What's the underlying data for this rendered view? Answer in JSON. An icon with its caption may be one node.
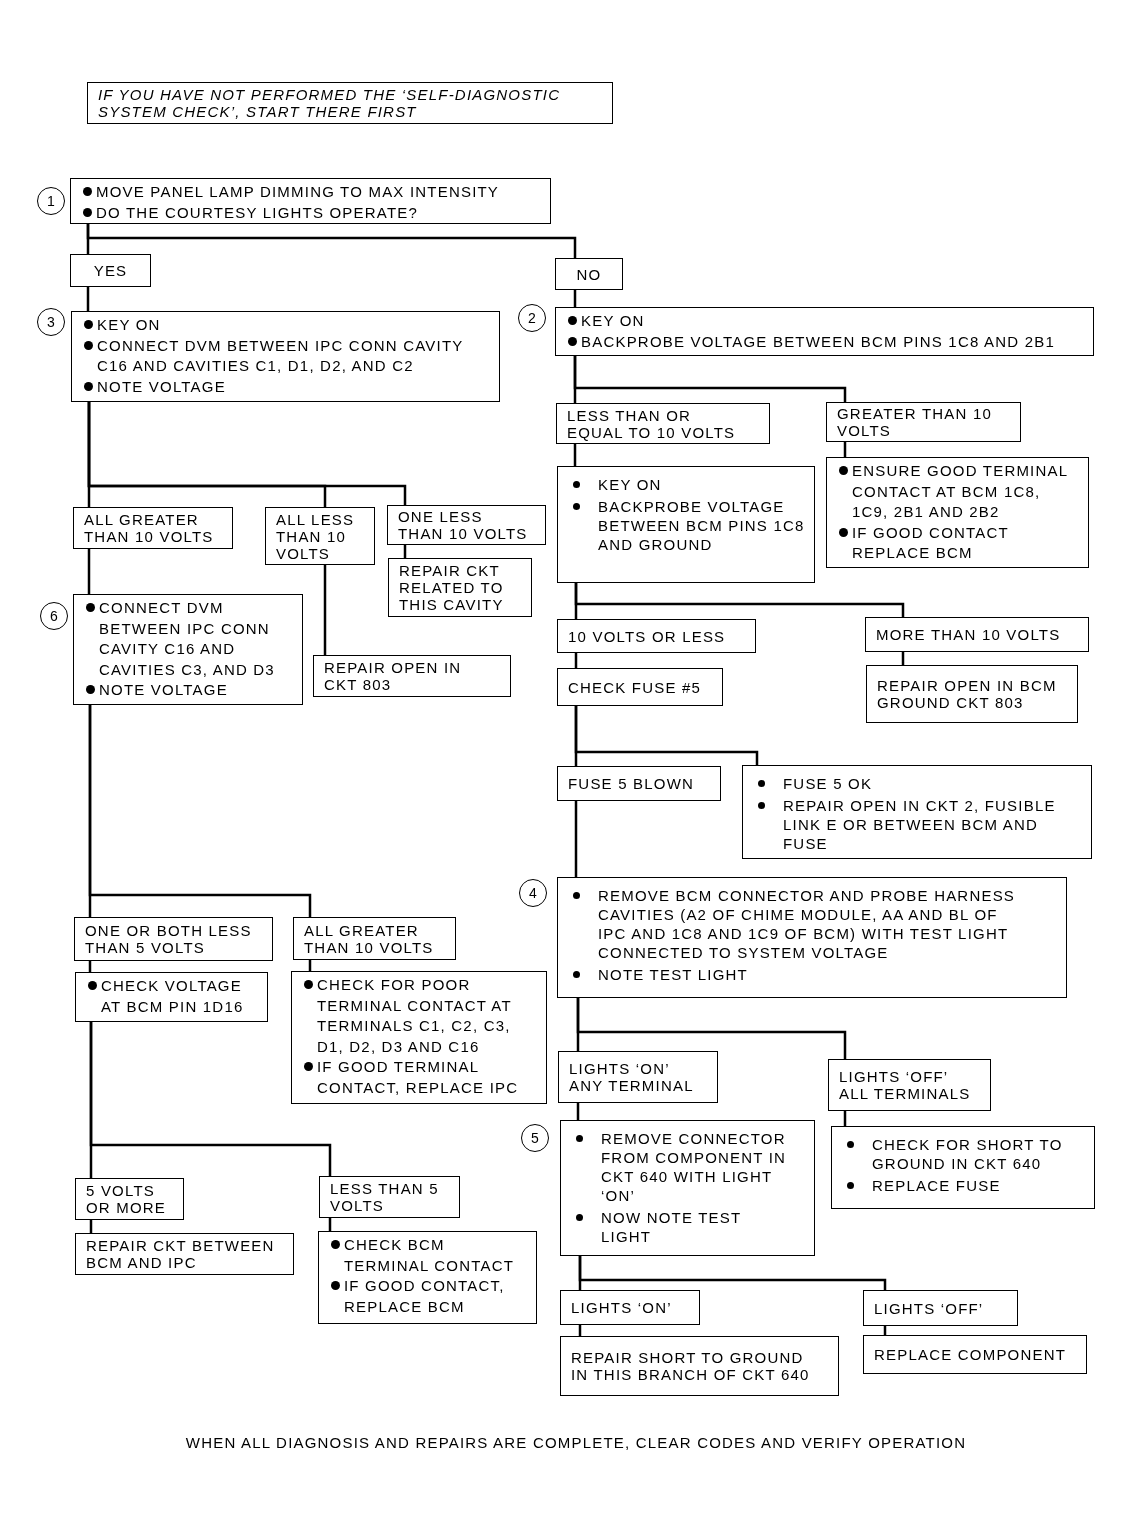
{
  "diagram": {
    "nodes": [
      {
        "text": [
          "IF YOU HAVE NOT PERFORMED THE ‘SELF-DIAGNOSTIC SYSTEM CHECK’, START THERE FIRST"
        ]
      },
      {
        "text": [
          "MOVE PANEL LAMP DIMMING TO MAX INTENSITY",
          "DO THE COURTESY LIGHTS OPERATE?"
        ],
        "beside": [
          "1"
        ]
      },
      {
        "text": [
          "YES"
        ]
      },
      {
        "text": [
          "NO"
        ]
      },
      {
        "text": [
          "KEY ON",
          "CONNECT DVM BETWEEN IPC CONN CAVITY C16 AND CAVITIES C1, D1, D2, AND C2",
          "NOTE VOLTAGE"
        ],
        "beside": [
          "3"
        ]
      },
      {
        "text": [
          "KEY ON",
          "BACKPROBE VOLTAGE BETWEEN BCM PINS 1C8 AND 2B1"
        ],
        "beside": [
          "2"
        ]
      },
      {
        "text": [
          "LESS THAN OR EQUAL TO 10 VOLTS"
        ]
      },
      {
        "text": [
          "GREATER THAN 10 VOLTS"
        ]
      },
      {
        "text": [
          "ALL GREATER THAN 10 VOLTS"
        ]
      },
      {
        "text": [
          "ALL LESS THAN 10 VOLTS"
        ]
      },
      {
        "text": [
          "ONE LESS THAN 10 VOLTS"
        ]
      },
      {
        "text": [
          "KEY ON",
          "BACKPROBE VOLTAGE BETWEEN BCM PINS 1C8 AND GROUND"
        ]
      },
      {
        "text": [
          "ENSURE GOOD TERMINAL CONTACT AT BCM 1C8, 1C9, 2B1 AND 2B2",
          "IF GOOD CONTACT REPLACE BCM"
        ]
      },
      {
        "text": [
          "REPAIR CKT RELATED TO THIS CAVITY"
        ]
      },
      {
        "text": [
          "CONNECT DVM BETWEEN IPC CONN CAVITY C16 AND CAVITIES C3, AND D3",
          "NOTE VOLTAGE"
        ],
        "beside": [
          "6"
        ]
      },
      {
        "text": [
          "10 VOLTS OR LESS"
        ]
      },
      {
        "text": [
          "MORE THAN 10 VOLTS"
        ]
      },
      {
        "text": [
          "REPAIR OPEN IN CKT 803"
        ]
      },
      {
        "text": [
          "CHECK FUSE #5"
        ]
      },
      {
        "text": [
          "REPAIR OPEN IN BCM GROUND CKT 803"
        ]
      },
      {
        "text": [
          "FUSE 5 BLOWN"
        ]
      },
      {
        "text": [
          "FUSE 5 OK",
          "REPAIR OPEN IN CKT 2, FUSIBLE LINK E OR BETWEEN BCM AND FUSE"
        ]
      },
      {
        "text": [
          "REMOVE BCM CONNECTOR AND PROBE HARNESS CAVITIES (A2 OF CHIME MODULE, AA AND BL OF IPC AND 1C8 AND 1C9 OF BCM) WITH TEST LIGHT CONNECTED TO SYSTEM VOLTAGE",
          "NOTE TEST LIGHT"
        ],
        "beside": [
          "4"
        ]
      },
      {
        "text": [
          "ONE OR BOTH LESS THAN 5 VOLTS"
        ]
      },
      {
        "text": [
          "ALL GREATER THAN 10 VOLTS"
        ]
      },
      {
        "text": [
          "CHECK VOLTAGE AT BCM PIN 1D16"
        ]
      },
      {
        "text": [
          "CHECK FOR POOR TERMINAL CONTACT AT TERMINALS C1, C2, C3, D1, D2, D3 AND C16",
          "IF GOOD TERMINAL CONTACT, REPLACE IPC"
        ]
      },
      {
        "text": [
          "LIGHTS ‘ON’ ANY TERMINAL"
        ]
      },
      {
        "text": [
          "LIGHTS ‘OFF’ ALL TERMINALS"
        ]
      },
      {
        "text": [
          "REMOVE CONNECTOR FROM COMPONENT IN CKT 640 WITH LIGHT ‘ON’",
          "NOW NOTE TEST LIGHT"
        ],
        "beside": [
          "5"
        ]
      },
      {
        "text": [
          "CHECK FOR SHORT TO GROUND IN CKT 640",
          "REPLACE FUSE"
        ]
      },
      {
        "text": [
          "5 VOLTS OR MORE"
        ]
      },
      {
        "text": [
          "LESS THAN 5 VOLTS"
        ]
      },
      {
        "text": [
          "REPAIR CKT BETWEEN BCM AND IPC"
        ]
      },
      {
        "text": [
          "CHECK BCM TERMINAL CONTACT",
          "IF GOOD CONTACT, REPLACE BCM"
        ]
      },
      {
        "text": [
          "LIGHTS ‘ON’"
        ]
      },
      {
        "text": [
          "LIGHTS ‘OFF’"
        ]
      },
      {
        "text": [
          "REPAIR SHORT TO GROUND IN THIS BRANCH OF CKT 640"
        ]
      },
      {
        "text": [
          "REPLACE COMPONENT"
        ]
      }
    ],
    "edges": [
      {
        "from": 1,
        "to": 2,
        "arrow": "none"
      },
      {
        "from": 1,
        "to": 3,
        "arrow": "none"
      },
      {
        "from": 2,
        "to": 4,
        "arrow": "none"
      },
      {
        "from": 3,
        "to": 5,
        "arrow": "none"
      },
      {
        "from": 5,
        "to": 6,
        "arrow": "none"
      },
      {
        "from": 5,
        "to": 7,
        "arrow": "none"
      },
      {
        "from": 6,
        "to": 11,
        "arrow": "none"
      },
      {
        "from": 7,
        "to": 12,
        "arrow": "none"
      },
      {
        "from": 4,
        "to": 8,
        "arrow": "none"
      },
      {
        "from": 4,
        "to": 9,
        "arrow": "none"
      },
      {
        "from": 4,
        "to": 10,
        "arrow": "none"
      },
      {
        "from": 8,
        "to": 14,
        "arrow": "none"
      },
      {
        "from": 9,
        "to": 17,
        "arrow": "none"
      },
      {
        "from": 10,
        "to": 13,
        "arrow": "none"
      },
      {
        "from": 11,
        "to": 15,
        "arrow": "none"
      },
      {
        "from": 11,
        "to": 16,
        "arrow": "none"
      },
      {
        "from": 15,
        "to": 18,
        "arrow": "none"
      },
      {
        "from": 16,
        "to": 19,
        "arrow": "none"
      },
      {
        "from": 18,
        "to": 20,
        "arrow": "none"
      },
      {
        "from": 18,
        "to": 21,
        "arrow": "none"
      },
      {
        "from": 20,
        "to": 22,
        "arrow": "none"
      },
      {
        "from": 14,
        "to": 23,
        "arrow": "none"
      },
      {
        "from": 14,
        "to": 24,
        "arrow": "none"
      },
      {
        "from": 23,
        "to": 25,
        "arrow": "none"
      },
      {
        "from": 24,
        "to": 26,
        "arrow": "none"
      },
      {
        "from": 25,
        "to": 31,
        "arrow": "none"
      },
      {
        "from": 25,
        "to": 32,
        "arrow": "none"
      },
      {
        "from": 31,
        "to": 33,
        "arrow": "none"
      },
      {
        "from": 32,
        "to": 34,
        "arrow": "none"
      },
      {
        "from": 22,
        "to": 27,
        "arrow": "none"
      },
      {
        "from": 22,
        "to": 28,
        "arrow": "none"
      },
      {
        "from": 27,
        "to": 29,
        "arrow": "none"
      },
      {
        "from": 28,
        "to": 30,
        "arrow": "none"
      },
      {
        "from": 29,
        "to": 35,
        "arrow": "none"
      },
      {
        "from": 29,
        "to": 36,
        "arrow": "none"
      },
      {
        "from": 35,
        "to": 37,
        "arrow": "none"
      },
      {
        "from": 36,
        "to": 38,
        "arrow": "none"
      }
    ],
    "labels": [
      "WHEN ALL DIAGNOSIS AND REPAIRS ARE COMPLETE, CLEAR CODES AND VERIFY OPERATION"
    ]
  }
}
